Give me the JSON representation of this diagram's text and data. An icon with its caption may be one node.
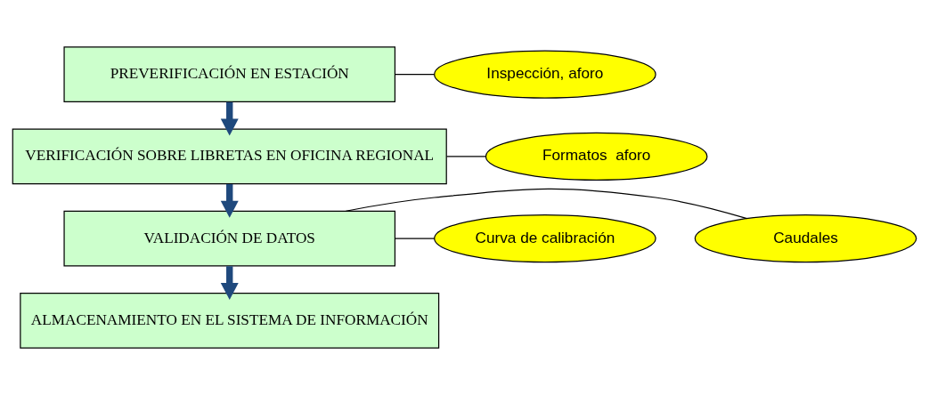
{
  "diagram": {
    "nodes": [
      {
        "text": [
          "PREVERIFICACIÓN EN ESTACIÓN"
        ]
      },
      {
        "text": [
          "Inspección, aforo"
        ]
      },
      {
        "text": [
          "VERIFICACIÓN SOBRE LIBRETAS EN OFICINA REGIONAL"
        ]
      },
      {
        "text": [
          "Formatos  aforo"
        ]
      },
      {
        "text": [
          "VALIDACIÓN DE DATOS"
        ]
      },
      {
        "text": [
          "Caudales"
        ]
      },
      {
        "text": [
          "Curva de calibración"
        ]
      },
      {
        "text": [
          "ALMACENAMIENTO EN EL SISTEMA DE INFORMACIÓN"
        ]
      }
    ],
    "edges": [
      {
        "from": 0,
        "to": 1,
        "arrow": "none"
      },
      {
        "from": 0,
        "to": 2,
        "arrow": "to",
        "style": "thick",
        "color": "#1f497d"
      },
      {
        "from": 2,
        "to": 3,
        "arrow": "none"
      },
      {
        "from": 2,
        "to": 4,
        "arrow": "to",
        "style": "thick",
        "color": "#1f497d"
      },
      {
        "from": 4,
        "to": 5,
        "arrow": "none"
      },
      {
        "from": 4,
        "to": 6,
        "arrow": "none"
      },
      {
        "from": 4,
        "to": 7,
        "arrow": "to",
        "style": "thick",
        "color": "#1f497d"
      }
    ]
  }
}
